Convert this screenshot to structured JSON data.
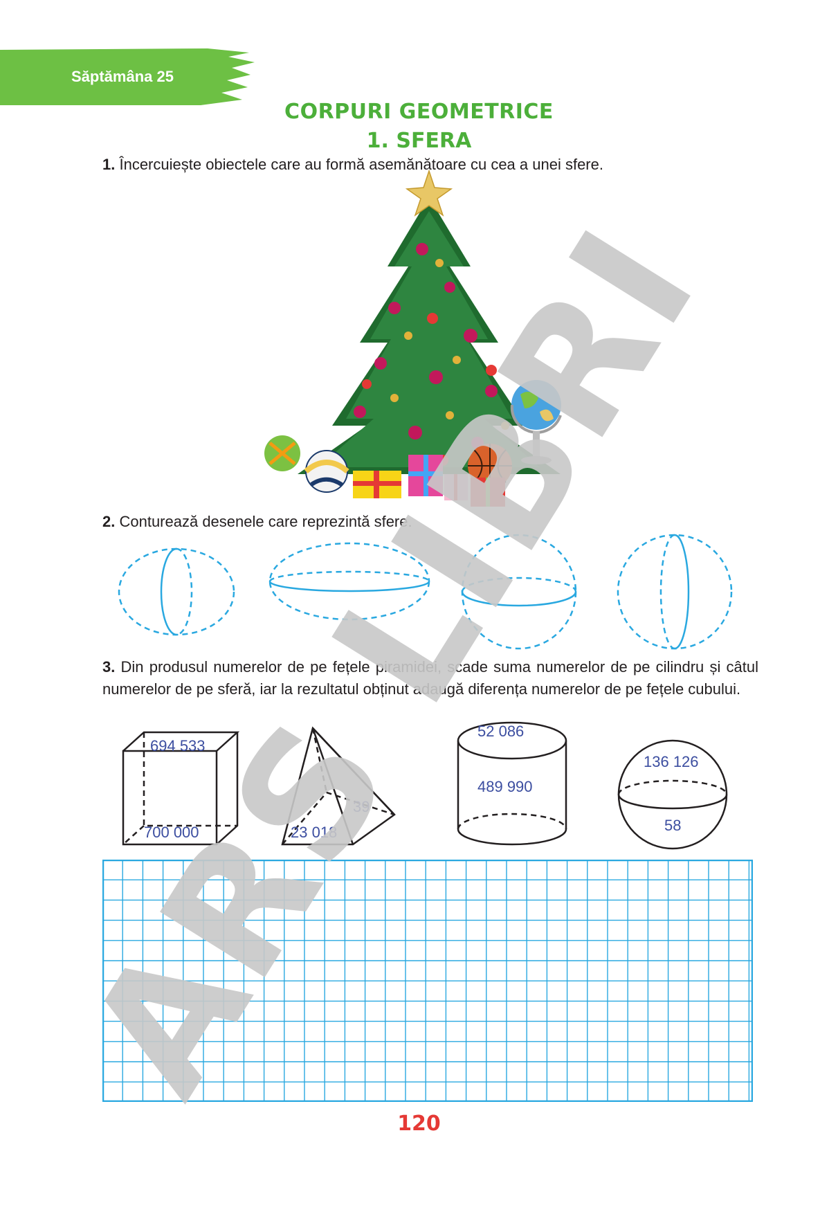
{
  "header": {
    "week_label": "Săptămâna 25",
    "banner_color": "#6dc044"
  },
  "titles": {
    "chapter": "CORPURI GEOMETRICE",
    "lesson": "1. SFERA"
  },
  "exercises": {
    "ex1": {
      "number": "1.",
      "text": " Încercuiește obiectele care au formă asemănătoare cu cea a unei sfere."
    },
    "ex2": {
      "number": "2.",
      "text": " Conturează desenele care reprezintă sfere."
    },
    "ex3": {
      "number": "3.",
      "text": " Din produsul numerelor de pe fețele piramidei, scade suma numerelor de pe cilindru și câtul numerelor de pe sferă, iar la rezultatul obținut adaugă diferența numerelor de pe fețele cubului."
    }
  },
  "solids": {
    "cube": {
      "top": "694 533",
      "bottom": "700 000"
    },
    "pyramid": {
      "left": "23 018",
      "right": "39"
    },
    "cylinder": {
      "top": "52 086",
      "middle": "489 990"
    },
    "sphere": {
      "top": "136 126",
      "bottom": "58"
    }
  },
  "page_number": "120",
  "watermark": {
    "text": "ARS LIBRI",
    "color": "#c8c8c8"
  },
  "colors": {
    "accent_green": "#4caf3a",
    "grid_blue": "#29a8e0",
    "number_blue": "#3c4ea0",
    "page_red": "#e53935"
  }
}
